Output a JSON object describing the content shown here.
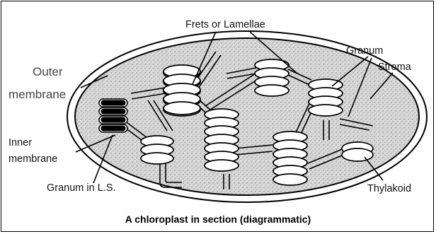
{
  "labels": {
    "frets": "Frets or Lamellae",
    "granum": "Granum",
    "stroma": "Stroma",
    "outer_1": "Outer",
    "outer_2": "membrane",
    "inner_1": "Inner",
    "inner_2": "membrane",
    "granum_ls": "Granum in L.S.",
    "thylakoid": "Thylakoid"
  },
  "caption": "A chloroplast in section (diagrammatic)",
  "colors": {
    "stroma_fill": "#d6d6d6",
    "outline": "#000000",
    "disc_fill": "#ffffff"
  }
}
